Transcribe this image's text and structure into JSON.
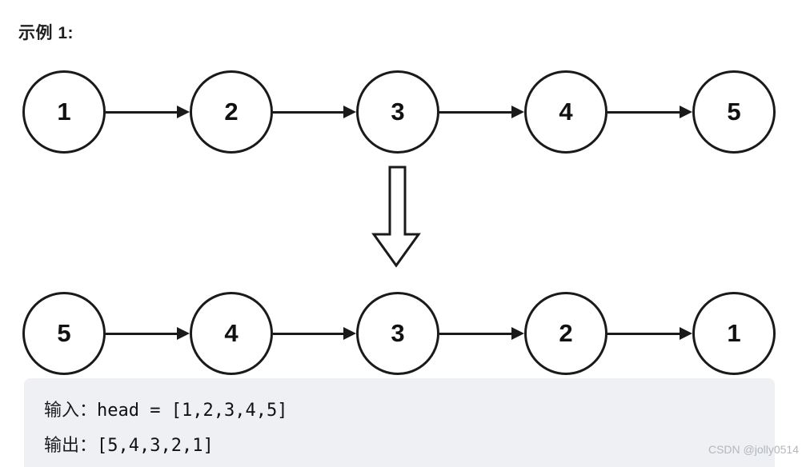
{
  "title": "示例 1:",
  "lists": {
    "top": {
      "values": [
        "1",
        "2",
        "3",
        "4",
        "5"
      ]
    },
    "bottom": {
      "values": [
        "5",
        "4",
        "3",
        "2",
        "1"
      ]
    }
  },
  "io": {
    "input_label": "输入：",
    "input_value": "head = [1,2,3,4,5]",
    "output_label": "输出：",
    "output_value": "[5,4,3,2,1]"
  },
  "watermark": "CSDN @jolly0514",
  "colors": {
    "stroke": "#1a1a1a",
    "node_fill": "#ffffff",
    "box_background": "#eef0f3",
    "watermark_text": "#b3b7bd"
  }
}
